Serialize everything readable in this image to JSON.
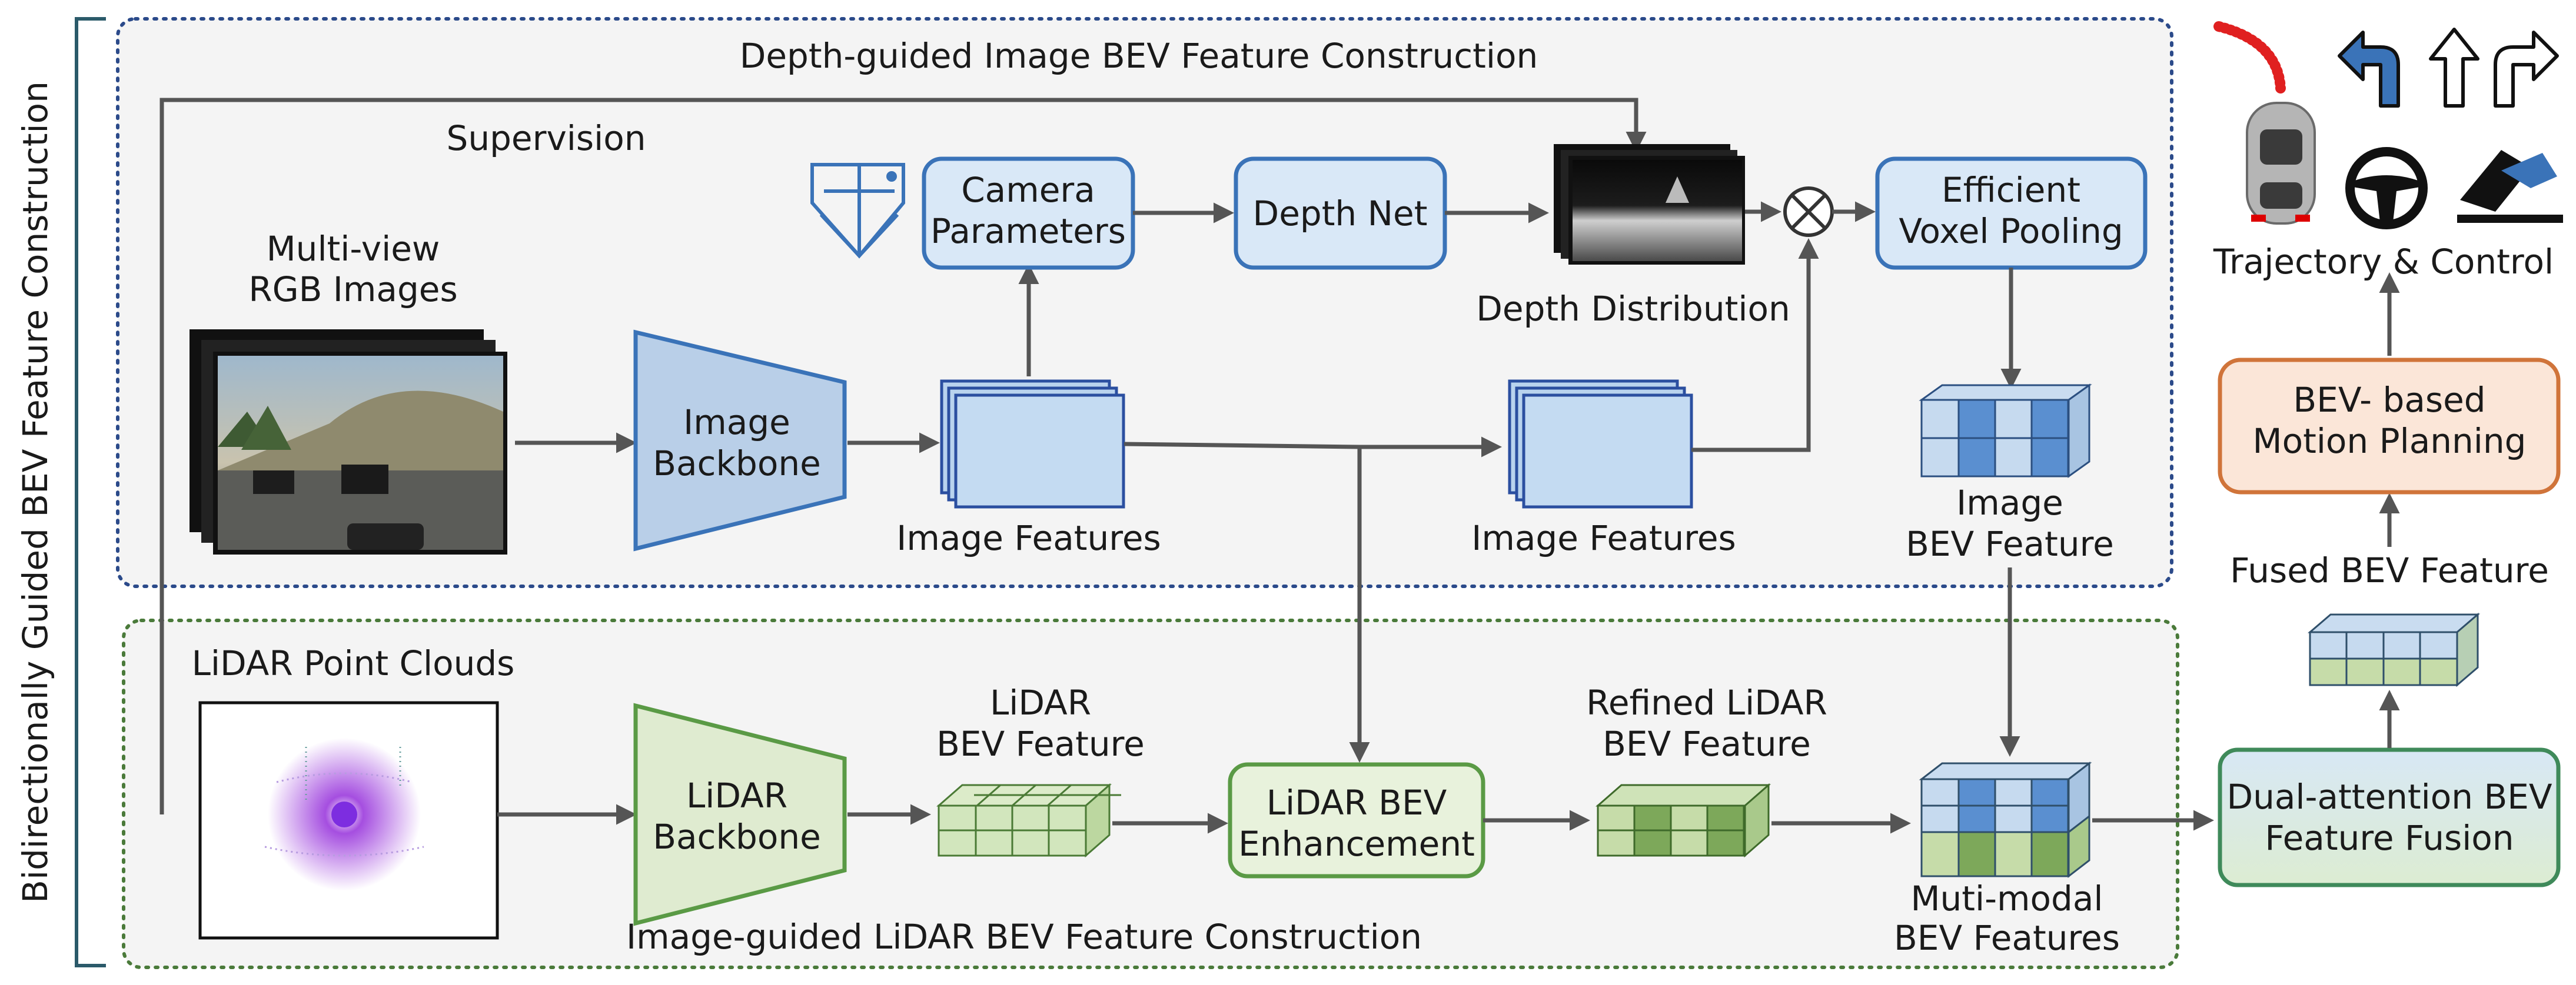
{
  "sidebar_label": "Bidirectionally Guided BEV Feature Construction",
  "top_section": {
    "title": "Depth-guided Image BEV Feature Construction",
    "supervision": "Supervision",
    "multiview_line1": "Multi-view",
    "multiview_line2": "RGB Images",
    "image_backbone_line1": "Image",
    "image_backbone_line2": "Backbone",
    "image_features_1": "Image Features",
    "image_features_2": "Image Features",
    "camera_params_line1": "Camera",
    "camera_params_line2": "Parameters",
    "depth_net": "Depth Net",
    "depth_distribution": "Depth Distribution",
    "voxel_pooling_line1": "Efficient",
    "voxel_pooling_line2": "Voxel Pooling",
    "image_bev_line1": "Image",
    "image_bev_line2": "BEV Feature"
  },
  "bottom_section": {
    "title": "Image-guided LiDAR BEV Feature Construction",
    "lidar_points": "LiDAR  Point Clouds",
    "lidar_backbone_line1": "LiDAR",
    "lidar_backbone_line2": "Backbone",
    "lidar_bev_line1": "LiDAR",
    "lidar_bev_line2": "BEV Feature",
    "enhancement_line1": "LiDAR BEV",
    "enhancement_line2": "Enhancement",
    "refined_line1": "Refined LiDAR",
    "refined_line2": "BEV Feature",
    "multimodal_line1": "Muti-modal",
    "multimodal_line2": "BEV Features"
  },
  "right_panel": {
    "trajectory_control": "Trajectory & Control",
    "motion_planning_line1": "BEV- based",
    "motion_planning_line2": "Motion Planning",
    "fused_bev": "Fused BEV Feature",
    "fusion_line1": "Dual-attention BEV",
    "fusion_line2": "Feature Fusion"
  },
  "colors": {
    "top_border": "#2b4a8a",
    "bottom_border": "#4a7a3a",
    "blue_fill": "#d9e8f7",
    "blue_stroke": "#3a73b8",
    "green_fill": "#e8f2dc",
    "green_stroke": "#5a9a45",
    "orange_fill": "#fbe6d8",
    "orange_stroke": "#d0743a",
    "arrow": "#555555"
  }
}
